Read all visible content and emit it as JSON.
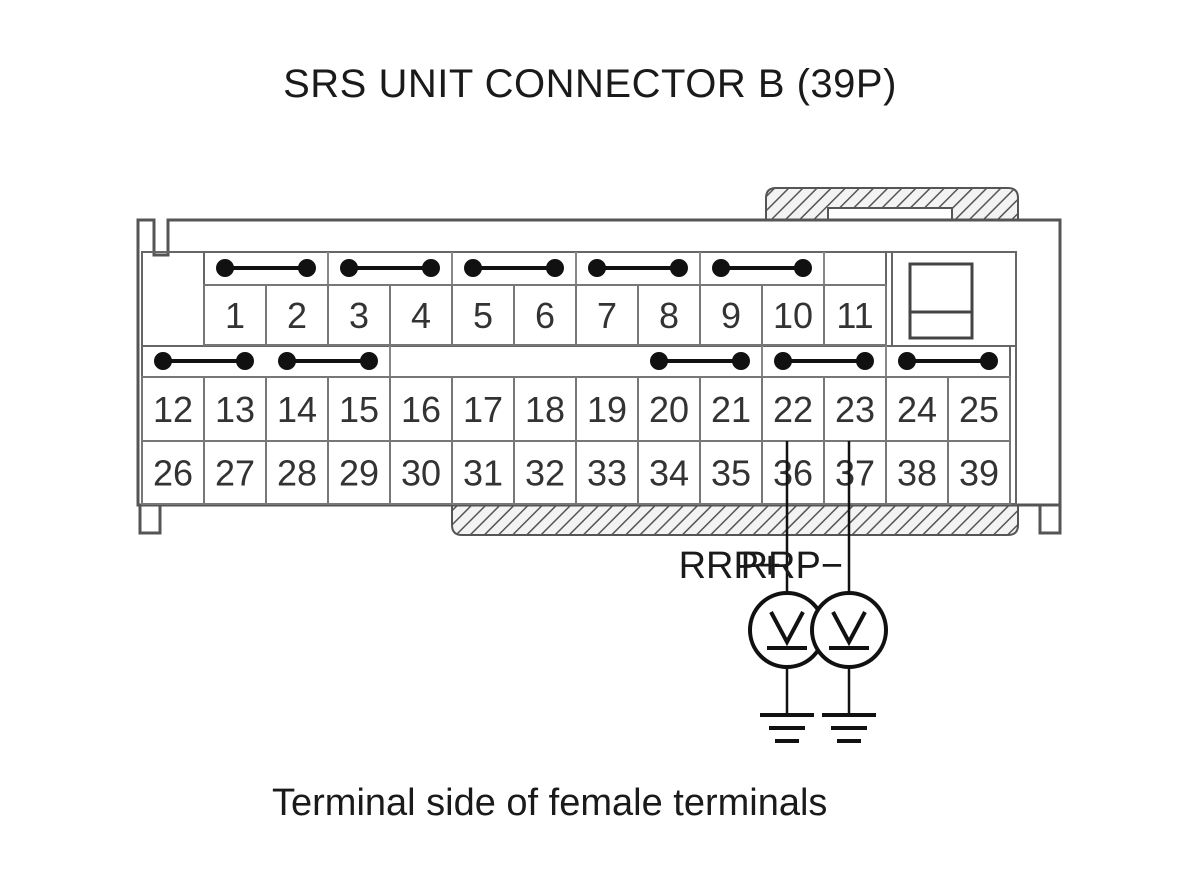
{
  "title": "SRS UNIT CONNECTOR B (39P)",
  "caption": "Terminal side of female terminals",
  "row_top": [
    "1",
    "2",
    "3",
    "4",
    "5",
    "6",
    "7",
    "8",
    "9",
    "10",
    "11"
  ],
  "row_mid": [
    "12",
    "13",
    "14",
    "15",
    "16",
    "17",
    "18",
    "19",
    "20",
    "21",
    "22",
    "23",
    "24",
    "25"
  ],
  "row_bot": [
    "26",
    "27",
    "28",
    "29",
    "30",
    "31",
    "32",
    "33",
    "34",
    "35",
    "36",
    "37",
    "38",
    "39"
  ],
  "shorting_bars_top": [
    [
      "1",
      "2"
    ],
    [
      "3",
      "4"
    ],
    [
      "5",
      "6"
    ],
    [
      "7",
      "8"
    ],
    [
      "9",
      "10"
    ]
  ],
  "shorting_bars_mid": [
    [
      "12",
      "13"
    ],
    [
      "14",
      "15"
    ],
    [
      "20",
      "21"
    ],
    [
      "22",
      "23"
    ],
    [
      "24",
      "25"
    ]
  ],
  "probes": [
    {
      "label": "RRP+",
      "terminal": "22",
      "meter_icon": "voltmeter-icon",
      "ground_icon": "ground-icon"
    },
    {
      "label": "RRP−",
      "terminal": "23",
      "meter_icon": "voltmeter-icon",
      "ground_icon": "ground-icon"
    }
  ]
}
